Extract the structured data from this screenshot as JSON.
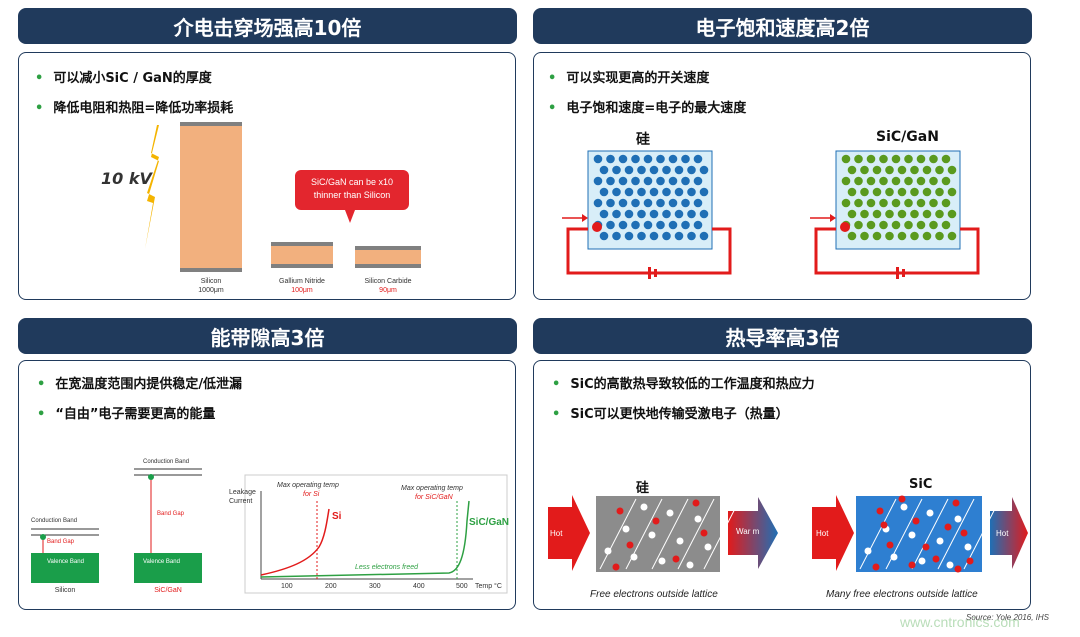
{
  "panels": {
    "p1": {
      "title": "介电击穿场强高10倍",
      "bullets": [
        "可以减小SiC / GaN的厚度",
        "降低电阻和热阻=降低功率损耗"
      ],
      "voltage": "10 kV",
      "callout1": "SiC/GaN can be x10",
      "callout2": "thinner than Silicon",
      "bars": [
        {
          "name": "Silicon",
          "thickness": "1000μm"
        },
        {
          "name": "Gallium Nitride",
          "thickness": "100μm"
        },
        {
          "name": "Silicon Carbide",
          "thickness": "90μm"
        }
      ]
    },
    "p2": {
      "title": "电子饱和速度高2倍",
      "bullets": [
        "可以实现更高的开关速度",
        "电子饱和速度=电子的最大速度"
      ],
      "left_label": "硅",
      "right_label": "SiC/GaN"
    },
    "p3": {
      "title": "能带隙高3倍",
      "bullets": [
        "在宽温度范围内提供稳定/低泄漏",
        "“自由”电子需要更高的能量"
      ],
      "band": {
        "conduction": "Conduction Band",
        "gap": "Band Gap",
        "valence": "Valence Band",
        "si": "Silicon",
        "sic": "SiC/GaN",
        "hgap": "Band Gap"
      },
      "graph": {
        "ylabel1": "Leakage",
        "ylabel2": "Current",
        "si_note1": "Max operating temp",
        "si_note2": "for Si",
        "si": "Si",
        "sic_note1": "Max operating temp",
        "sic_note2": "for SiC/GaN",
        "sic": "SiC/GaN",
        "less": "Less electrons freed",
        "ticks": [
          "100",
          "200",
          "300",
          "400",
          "500"
        ],
        "xunit": "Temp °C"
      }
    },
    "p4": {
      "title": "热导率高3倍",
      "bullets": [
        "SiC的高散热导致较低的工作温度和热应力",
        "SiC可以更快地传输受激电子（热量）"
      ],
      "left_label": "硅",
      "right_label": "SiC",
      "hot": "Hot",
      "warm": "War m",
      "cap_left": "Free electrons outside lattice",
      "cap_right": "Many free electrons outside lattice"
    }
  },
  "source": "Source: Yole 2016, IHS",
  "watermark": "www.cntronics.com",
  "colors": {
    "header": "#203a5c",
    "accent_green": "#2ea043",
    "red": "#e21b1b",
    "blue_dot": "#1f6fb5",
    "green_dot": "#5a9a1e"
  }
}
